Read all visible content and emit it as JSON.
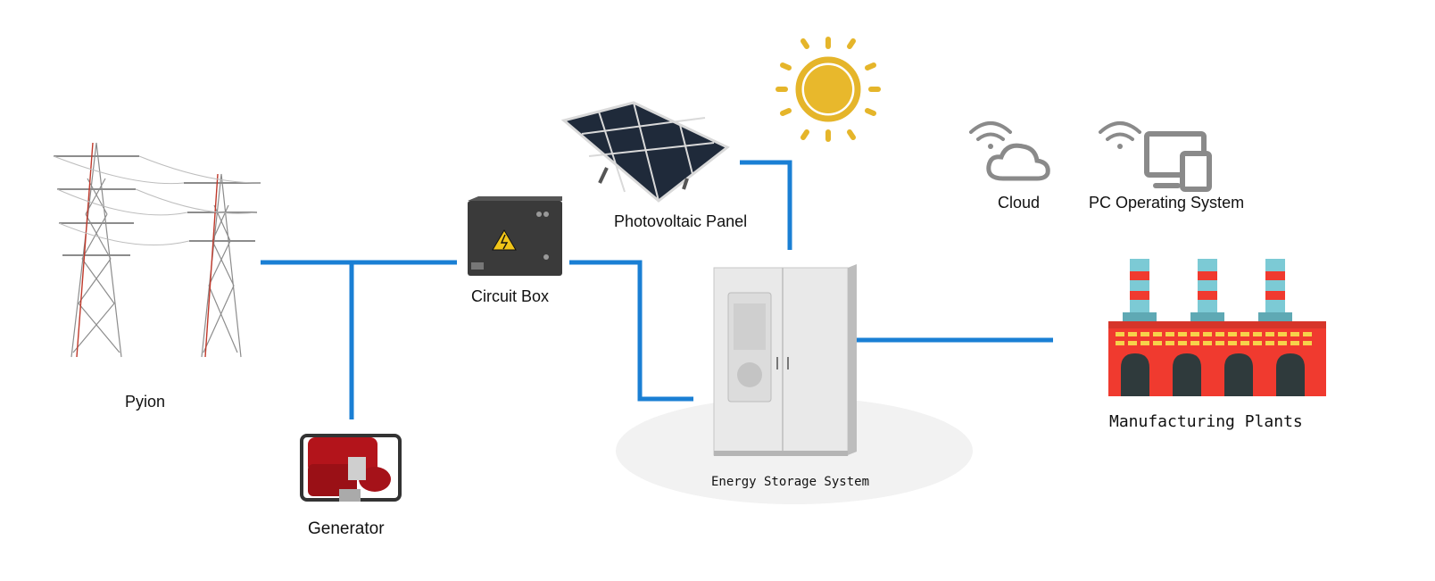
{
  "nodes": {
    "pylon": {
      "label": "Pyion",
      "icon": "power-pylon-icon"
    },
    "generator": {
      "label": "Generator",
      "icon": "generator-icon"
    },
    "circuit_box": {
      "label": "Circuit Box",
      "icon": "circuit-box-icon"
    },
    "pv_panel": {
      "label": "Photovoltaic Panel",
      "icon": "solar-panel-icon"
    },
    "sun": {
      "icon": "sun-icon"
    },
    "ess": {
      "label": "Energy Storage System",
      "icon": "energy-storage-cabinet-icon"
    },
    "cloud": {
      "label": "Cloud",
      "icon": "wifi-cloud-icon"
    },
    "pc_os": {
      "label": "PC Operating System",
      "icon": "wifi-devices-icon"
    },
    "plants": {
      "label": "Manufacturing Plants",
      "icon": "factory-icon"
    }
  },
  "colors": {
    "connector": "#1a7fd4",
    "sun": "#e5b52a",
    "factory_red": "#f03a2f",
    "factory_teal": "#7ccad5",
    "icon_gray": "#8a8a8a"
  }
}
